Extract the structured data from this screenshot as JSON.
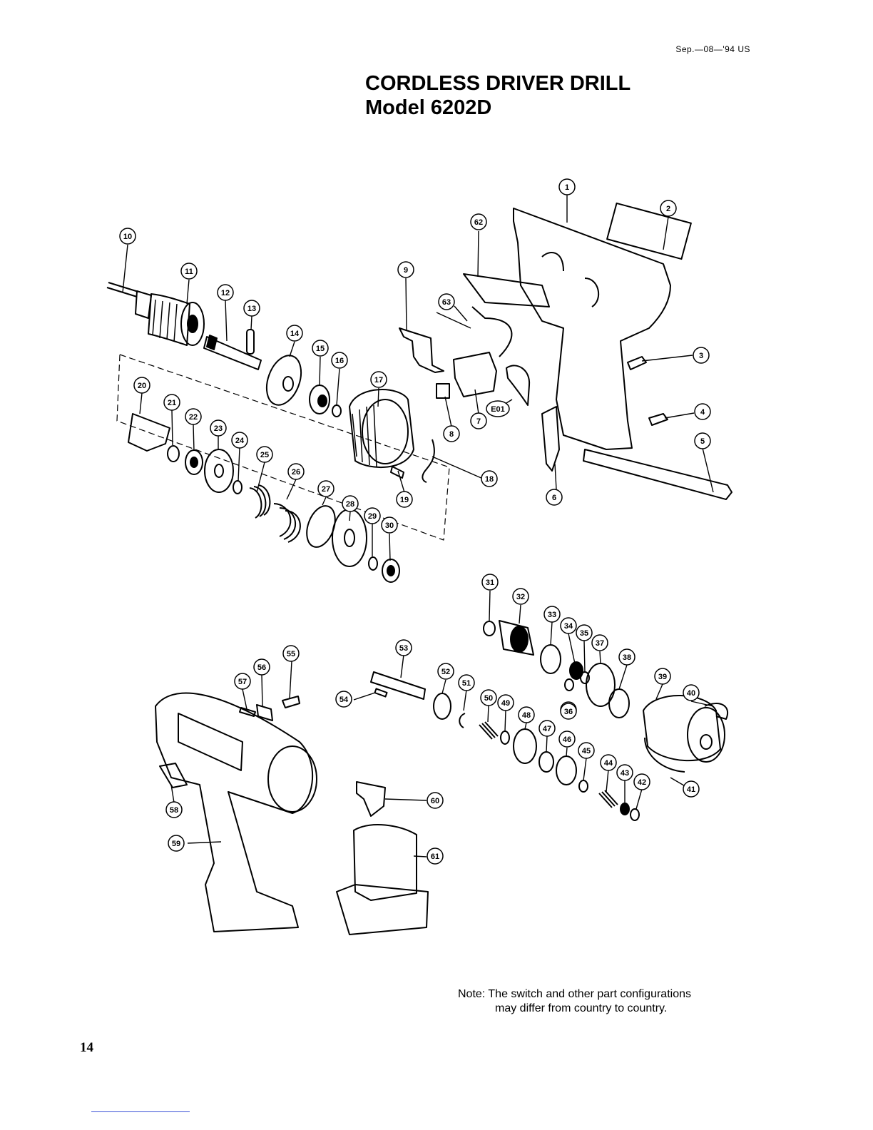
{
  "header": {
    "date": "Sep.—08—'94 US",
    "title_line1": "CORDLESS DRIVER DRILL",
    "title_line2": "Model 6202D"
  },
  "callouts": [
    "1",
    "2",
    "3",
    "4",
    "5",
    "6",
    "7",
    "8",
    "9",
    "10",
    "11",
    "12",
    "13",
    "14",
    "15",
    "16",
    "17",
    "18",
    "19",
    "20",
    "21",
    "22",
    "23",
    "24",
    "25",
    "26",
    "27",
    "28",
    "29",
    "30",
    "31",
    "32",
    "33",
    "34",
    "35",
    "36",
    "36",
    "37",
    "38",
    "39",
    "40",
    "41",
    "42",
    "43",
    "44",
    "45",
    "46",
    "47",
    "48",
    "49",
    "50",
    "51",
    "52",
    "53",
    "54",
    "55",
    "56",
    "57",
    "58",
    "59",
    "60",
    "61",
    "62",
    "63",
    "E01"
  ],
  "note": {
    "line1": "Note: The switch and other part configurations",
    "line2": "may differ from country to country."
  },
  "page_number": "14"
}
